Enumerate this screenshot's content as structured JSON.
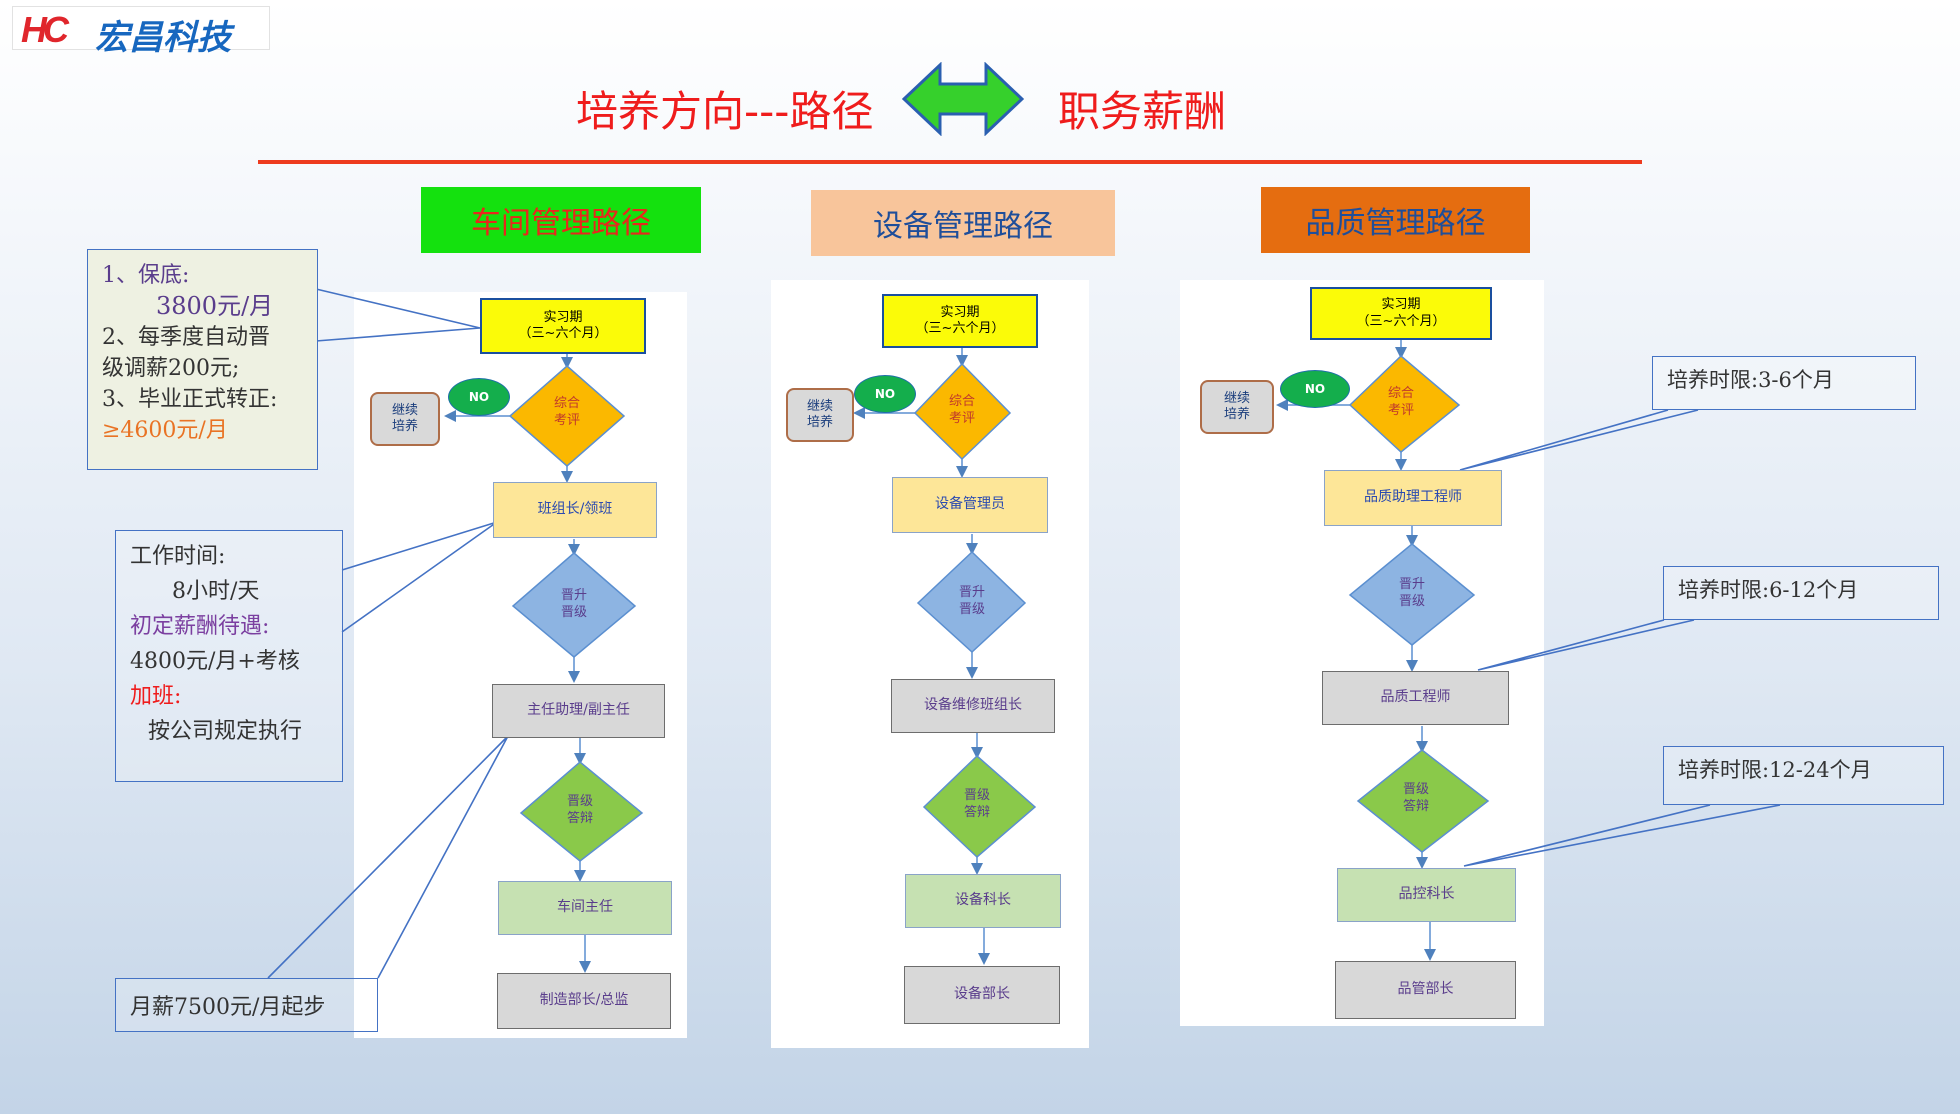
{
  "logo": {
    "mark": "HC",
    "text": "宏昌科技"
  },
  "header": {
    "left_title": "培养方向---路径",
    "right_title": "职务薪酬"
  },
  "colors": {
    "title_red": "#ef1c1c",
    "green_header": "#14e10e",
    "peach_header": "#f8c59b",
    "orange_header": "#e56d10",
    "arrow_green": "#36d02c"
  },
  "paths": {
    "workshop": {
      "title": "车间管理路径",
      "intern": [
        "实习期",
        "（三~六个月）"
      ],
      "review": [
        "综合",
        "考评"
      ],
      "no": "NO",
      "continue": [
        "继续",
        "培养"
      ],
      "role1": "班组长/领班",
      "promote": [
        "晋升",
        "晋级"
      ],
      "role2": "主任助理/副主任",
      "defense": [
        "晋级",
        "答辩"
      ],
      "role3": "车间主任",
      "role4": "制造部长/总监"
    },
    "equipment": {
      "title": "设备管理路径",
      "intern": [
        "实习期",
        "（三~六个月）"
      ],
      "review": [
        "综合",
        "考评"
      ],
      "no": "NO",
      "continue": [
        "继续",
        "培养"
      ],
      "role1": "设备管理员",
      "promote": [
        "晋升",
        "晋级"
      ],
      "role2": "设备维修班组长",
      "defense": [
        "晋级",
        "答辩"
      ],
      "role3": "设备科长",
      "role4": "设备部长"
    },
    "quality": {
      "title": "品质管理路径",
      "intern": [
        "实习期",
        "（三~六个月）"
      ],
      "review": [
        "综合",
        "考评"
      ],
      "no": "NO",
      "continue": [
        "继续",
        "培养"
      ],
      "role1": "品质助理工程师",
      "promote": [
        "晋升",
        "晋级"
      ],
      "role2": "品质工程师",
      "defense": [
        "晋级",
        "答辩"
      ],
      "role3": "品控科长",
      "role4": "品管部长"
    }
  },
  "notes": {
    "intern": {
      "line1": "1、保底:",
      "line2": "3800元/月",
      "line3": "2、每季度自动晋",
      "line4": "级调薪200元;",
      "line5": "3、毕业正式转正:",
      "line6": "≥4600元/月"
    },
    "leader": {
      "line1": "工作时间:",
      "line2": "8小时/天",
      "line3": "初定薪酬待遇:",
      "line4": "4800元/月+考核",
      "line5": "加班:",
      "line6": "按公司规定执行"
    },
    "director": "月薪7500元/月起步",
    "tenure1": "培养时限:3-6个月",
    "tenure2": "培养时限:6-12个月",
    "tenure3": "培养时限:12-24个月"
  }
}
